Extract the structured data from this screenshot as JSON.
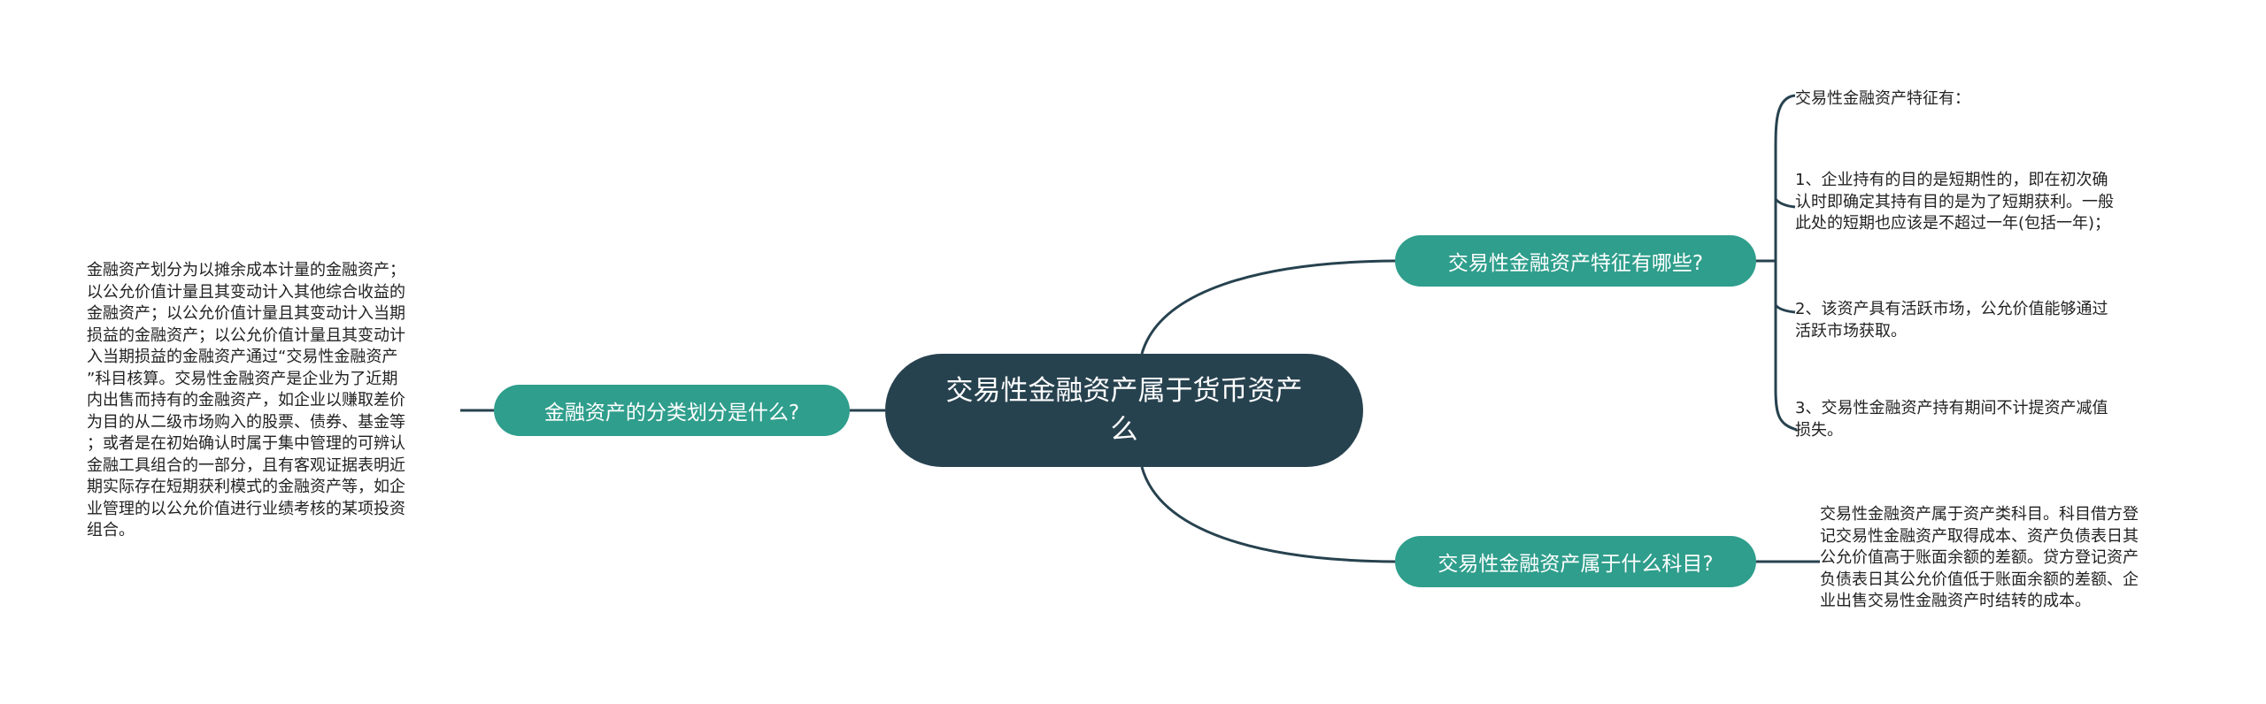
{
  "root": {
    "label": "交易性金融资产属于货币资产么"
  },
  "branches": {
    "left": {
      "label": "金融资产的分类划分是什么?"
    },
    "right_top": {
      "label": "交易性金融资产特征有哪些?"
    },
    "right_bottom": {
      "label": "交易性金融资产属于什么科目?"
    }
  },
  "leaves": {
    "left_detail": "金融资产划分为以摊余成本计量的金融资产；\n以公允价值计量且其变动计入其他综合收益的\n金融资产；以公允价值计量且其变动计入当期\n损益的金融资产；以公允价值计量且其变动计\n入当期损益的金融资产通过“交易性金融资产\n”科目核算。交易性金融资产是企业为了近期\n内出售而持有的金融资产，如企业以赚取差价\n为目的从二级市场购入的股票、债券、基金等\n；或者是在初始确认时属于集中管理的可辨认\n金融工具组合的一部分，且有客观证据表明近\n期实际存在短期获利模式的金融资产等，如企\n业管理的以公允价值进行业绩考核的某项投资\n组合。",
    "features_intro": "交易性金融资产特征有：",
    "feature_1": "1、企业持有的目的是短期性的，即在初次确\n认时即确定其持有目的是为了短期获利。一般\n此处的短期也应该是不超过一年(包括一年)；",
    "feature_2": "2、该资产具有活跃市场，公允价值能够通过\n活跃市场获取。",
    "feature_3": "3、交易性金融资产持有期间不计提资产减值\n损失。",
    "account_detail": "交易性金融资产属于资产类科目。科目借方登\n记交易性金融资产取得成本、资产负债表日其\n公允价值高于账面余额的差额。贷方登记资产\n负债表日其公允价值低于账面余额的差额、企\n业出售交易性金融资产时结转的成本。"
  },
  "colors": {
    "root_fill": "#27424f",
    "branch_fill": "#2f9e8c",
    "link": "#27424f",
    "text": "#222222"
  }
}
